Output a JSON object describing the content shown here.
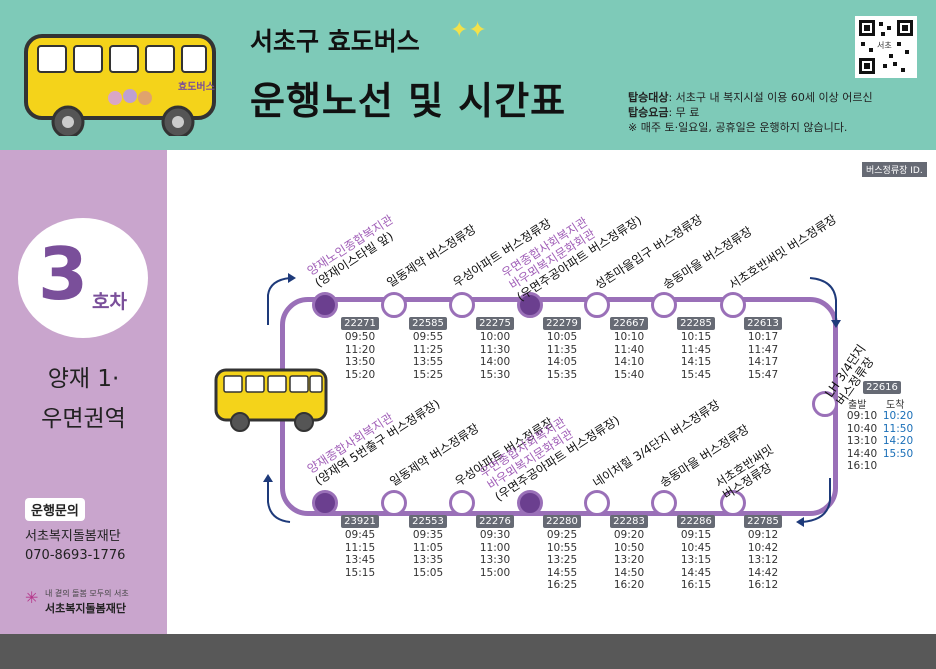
{
  "header": {
    "title_top": "서초구 효도버스",
    "title_main": "운행노선 및 시간표",
    "bus_sign": "효도버스",
    "info": [
      {
        "label": "탑승대상",
        "value": ": 서초구 내 복지시설 이용 60세 이상 어르신"
      },
      {
        "label": "탑승요금",
        "value": ": 무  료"
      },
      {
        "label": "",
        "value": "※ 매주 토·일요일, 공휴일은 운행하지 않습니다."
      }
    ],
    "qr_label": "서초"
  },
  "sidebar": {
    "number": "3",
    "suffix": "호차",
    "area_line1": "양재 1·",
    "area_line2": "우면권역",
    "contact_label": "운행문의",
    "org": "서초복지돌봄재단",
    "phone": "070-8693-1776",
    "logo_tagline": "내 곁의 돌봄 모두의 서초",
    "logo_name": "서초복지돌봄재단"
  },
  "stop_id_header": "버스정류장 ID.",
  "top_stops": [
    {
      "id": "22271",
      "line1": "양재노인종합복지관",
      "line2": "(양재이스타빌 앞)",
      "purple": true,
      "times": [
        "09:50",
        "11:20",
        "13:50",
        "15:20"
      ]
    },
    {
      "id": "22585",
      "line1": "일동제약 버스정류장",
      "line2": "",
      "purple": false,
      "times": [
        "09:55",
        "11:25",
        "13:55",
        "15:25"
      ]
    },
    {
      "id": "22275",
      "line1": "우성아파트 버스정류장",
      "line2": "",
      "purple": false,
      "times": [
        "10:00",
        "11:30",
        "14:00",
        "15:30"
      ]
    },
    {
      "id": "22279",
      "line1": "우면종합사회복지관",
      "line1b": "바우뫼복지문화회관",
      "line2": "(우면주공아파트 버스정류장)",
      "purple": true,
      "times": [
        "10:05",
        "11:35",
        "14:05",
        "15:35"
      ]
    },
    {
      "id": "22667",
      "line1": "성촌마을입구 버스정류장",
      "line2": "",
      "purple": false,
      "times": [
        "10:10",
        "11:40",
        "14:10",
        "15:40"
      ]
    },
    {
      "id": "22285",
      "line1": "송동마을 버스정류장",
      "line2": "",
      "purple": false,
      "times": [
        "10:15",
        "11:45",
        "14:15",
        "15:45"
      ]
    },
    {
      "id": "22613",
      "line1": "서초호반써밋 버스정류장",
      "line2": "",
      "purple": false,
      "times": [
        "10:17",
        "11:47",
        "14:17",
        "15:47"
      ]
    }
  ],
  "end_stop": {
    "id": "22616",
    "line1": "LH 3/4단지",
    "line2": "버스정류장",
    "dep_label": "출발",
    "arr_label": "도착",
    "departures": [
      "09:10",
      "10:40",
      "13:10",
      "14:40",
      "16:10"
    ],
    "arrivals": [
      "10:20",
      "11:50",
      "14:20",
      "15:50"
    ]
  },
  "bottom_stops": [
    {
      "id": "23921",
      "line1": "양재종합사회복지관",
      "line2": "(양재역 5번출구 버스정류장)",
      "purple": true,
      "times": [
        "09:45",
        "11:15",
        "13:45",
        "15:15"
      ]
    },
    {
      "id": "22553",
      "line1": "일동제약 버스정류장",
      "line2": "",
      "purple": false,
      "times": [
        "09:35",
        "11:05",
        "13:35",
        "15:05"
      ]
    },
    {
      "id": "22276",
      "line1": "우성아파트 버스정류장",
      "line2": "",
      "purple": false,
      "times": [
        "09:30",
        "11:00",
        "13:30",
        "15:00"
      ]
    },
    {
      "id": "22280",
      "line1": "우면종합사회복지관",
      "line1b": "바우뫼복지문화회관",
      "line2": "(우면주공아파트 버스정류장)",
      "purple": true,
      "times": [
        "09:25",
        "10:55",
        "13:25",
        "14:55",
        "16:25"
      ]
    },
    {
      "id": "22283",
      "line1": "네이처힐 3/4단지 버스정류장",
      "line2": "",
      "purple": false,
      "times": [
        "09:20",
        "10:50",
        "13:20",
        "14:50",
        "16:20"
      ]
    },
    {
      "id": "22286",
      "line1": "송동마을 버스정류장",
      "line2": "",
      "purple": false,
      "times": [
        "09:15",
        "10:45",
        "13:15",
        "14:45",
        "16:15"
      ]
    },
    {
      "id": "22785",
      "line1": "서초호반써밋",
      "line2": "버스정류장",
      "purple": false,
      "times": [
        "09:12",
        "10:42",
        "13:12",
        "14:42",
        "16:12"
      ]
    }
  ],
  "colors": {
    "header_bg": "#7ecab8",
    "sidebar_bg": "#c9a5cd",
    "route": "#9a70b8",
    "accent_purple": "#a15fb8",
    "time_blue": "#1a6fb8"
  }
}
